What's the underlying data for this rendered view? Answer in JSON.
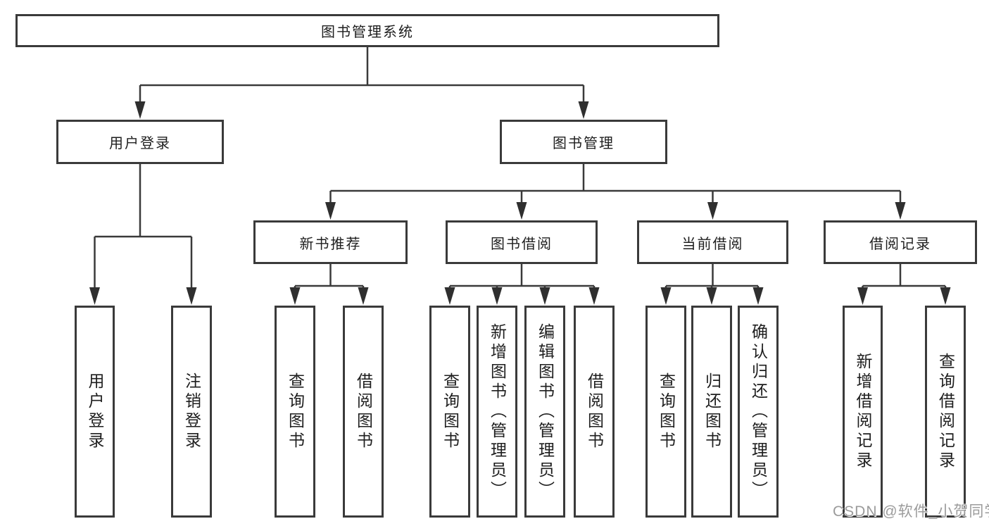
{
  "diagram": {
    "root_label": "图书管理系统",
    "branches": [
      {
        "label": "用户登录",
        "children": [
          {
            "label": "用户登录"
          },
          {
            "label": "注销登录"
          }
        ]
      },
      {
        "label": "图书管理",
        "children": [
          {
            "label": "新书推荐",
            "children": [
              {
                "label": "查询图书"
              },
              {
                "label": "借阅图书"
              }
            ]
          },
          {
            "label": "图书借阅",
            "children": [
              {
                "label": "查询图书"
              },
              {
                "label": "新增图书（管理员）"
              },
              {
                "label": "编辑图书（管理员）"
              },
              {
                "label": "借阅图书"
              }
            ]
          },
          {
            "label": "当前借阅",
            "children": [
              {
                "label": "查询图书"
              },
              {
                "label": "归还图书"
              },
              {
                "label": "确认归还（管理员）"
              }
            ]
          },
          {
            "label": "借阅记录",
            "children": [
              {
                "label": "新增借阅记录"
              },
              {
                "label": "查询借阅记录"
              }
            ]
          }
        ]
      }
    ]
  },
  "watermark": {
    "text": "CSDN @软件_小贺同学"
  },
  "colors": {
    "line": "#3a3a3a",
    "text": "#1e1e1e",
    "watermark": "#9b9b9b",
    "background": "#ffffff"
  }
}
